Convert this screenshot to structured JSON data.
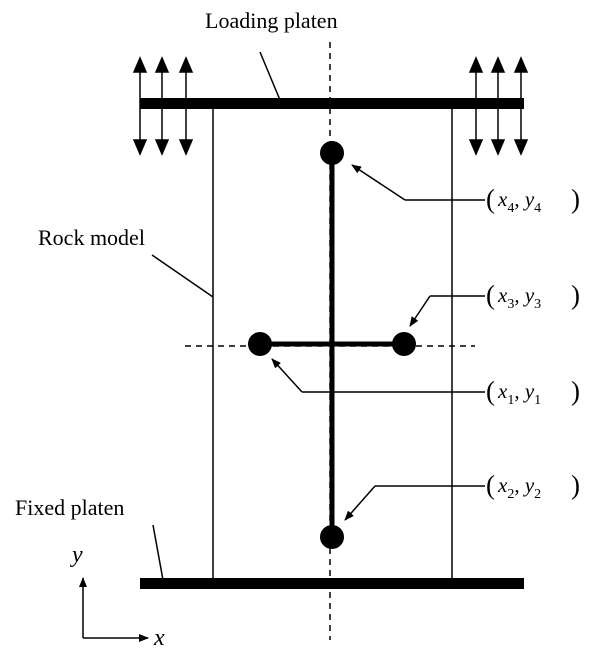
{
  "labels": {
    "loading_platen": "Loading platen",
    "rock_model": "Rock model",
    "fixed_platen": "Fixed platen"
  },
  "points": [
    {
      "id": "p4",
      "x": "x",
      "y": "y",
      "sub": "4"
    },
    {
      "id": "p3",
      "x": "x",
      "y": "y",
      "sub": "3"
    },
    {
      "id": "p1",
      "x": "x",
      "y": "y",
      "sub": "1"
    },
    {
      "id": "p2",
      "x": "x",
      "y": "y",
      "sub": "2"
    }
  ],
  "axes": {
    "x_label": "x",
    "y_label": "y"
  }
}
